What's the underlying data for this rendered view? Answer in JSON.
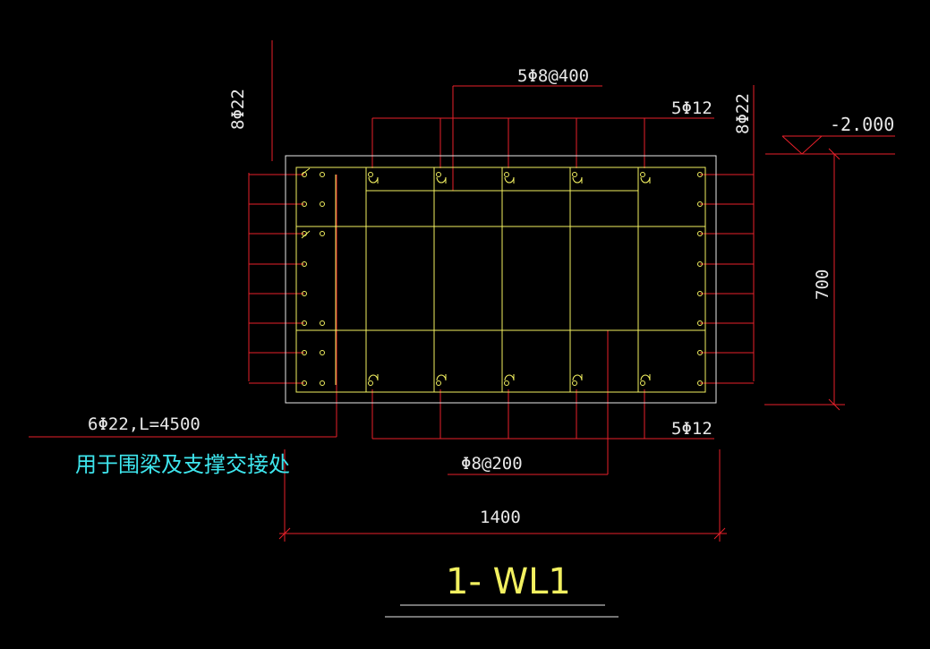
{
  "drawing": {
    "title": "1- WL1",
    "note": "用于围梁及支撑交接处",
    "labels": {
      "top_stirrup": "5Φ8@400",
      "top_bars": "5Φ12",
      "bottom_bars": "5Φ12",
      "bottom_stirrup": "Φ8@200",
      "left_side_bars": "8Φ22",
      "right_side_bars": "8Φ22",
      "extra_bars": "6Φ22,L=4500",
      "elevation": "-2.000",
      "height_dim": "700",
      "width_dim": "1400"
    },
    "colors": {
      "background": "#000000",
      "red": "#e8202a",
      "yellow": "#f2f060",
      "white": "#e8e8e8",
      "cyan": "#3ee6ee"
    }
  }
}
